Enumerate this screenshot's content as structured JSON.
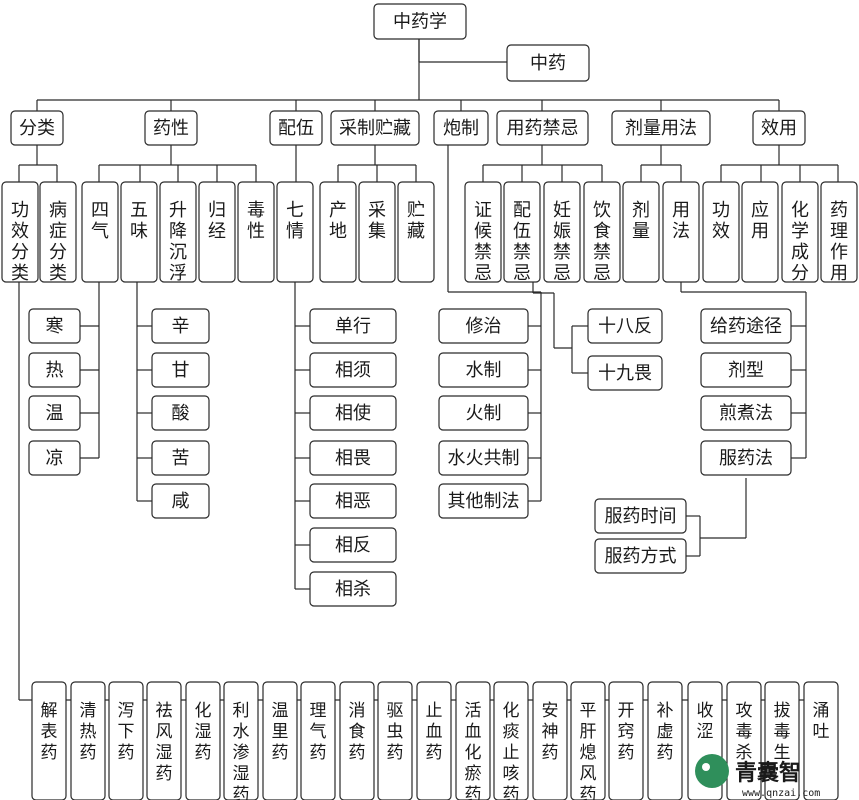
{
  "root": "中药学",
  "sub_root": "中药",
  "categories": [
    "分类",
    "药性",
    "配伍",
    "采制贮藏",
    "炮制",
    "用药禁忌",
    "剂量用法",
    "效用"
  ],
  "classification": [
    "功效分类",
    "病症分类"
  ],
  "properties": [
    "四气",
    "五味",
    "升降沉浮",
    "归经",
    "毒性"
  ],
  "compatibility": [
    "七情"
  ],
  "collection": [
    "产地",
    "采集",
    "贮藏"
  ],
  "contraindications": [
    "证候禁忌",
    "配伍禁忌",
    "妊娠禁忌",
    "饮食禁忌"
  ],
  "dosage": [
    "剂量",
    "用法"
  ],
  "efficacy": [
    "功效",
    "应用",
    "化学成分",
    "药理作用"
  ],
  "four_qi": [
    "寒",
    "热",
    "温",
    "凉"
  ],
  "five_flavors": [
    "辛",
    "甘",
    "酸",
    "苦",
    "咸"
  ],
  "seven_emotions": [
    "单行",
    "相须",
    "相使",
    "相畏",
    "相恶",
    "相反",
    "相杀"
  ],
  "processing": [
    "修治",
    "水制",
    "火制",
    "水火共制",
    "其他制法"
  ],
  "incompatibility": [
    "十八反",
    "十九畏"
  ],
  "usage": [
    "给药途径",
    "剂型",
    "煎煮法",
    "服药法"
  ],
  "dosing": [
    "服药时间",
    "服药方式"
  ],
  "drug_classes": [
    "解表药",
    "清热药",
    "泻下药",
    "祛风湿药",
    "化湿药",
    "利水渗湿药",
    "温里药",
    "理气药",
    "消食药",
    "驱虫药",
    "止血药",
    "活血化瘀药",
    "化痰止咳药",
    "安神药",
    "平肝熄风药",
    "开窍药",
    "补虚药",
    "收涩",
    "攻毒杀",
    "拔毒生",
    "涌吐"
  ],
  "watermark": {
    "brand": "青囊智",
    "url": "www.qnzai.com"
  }
}
